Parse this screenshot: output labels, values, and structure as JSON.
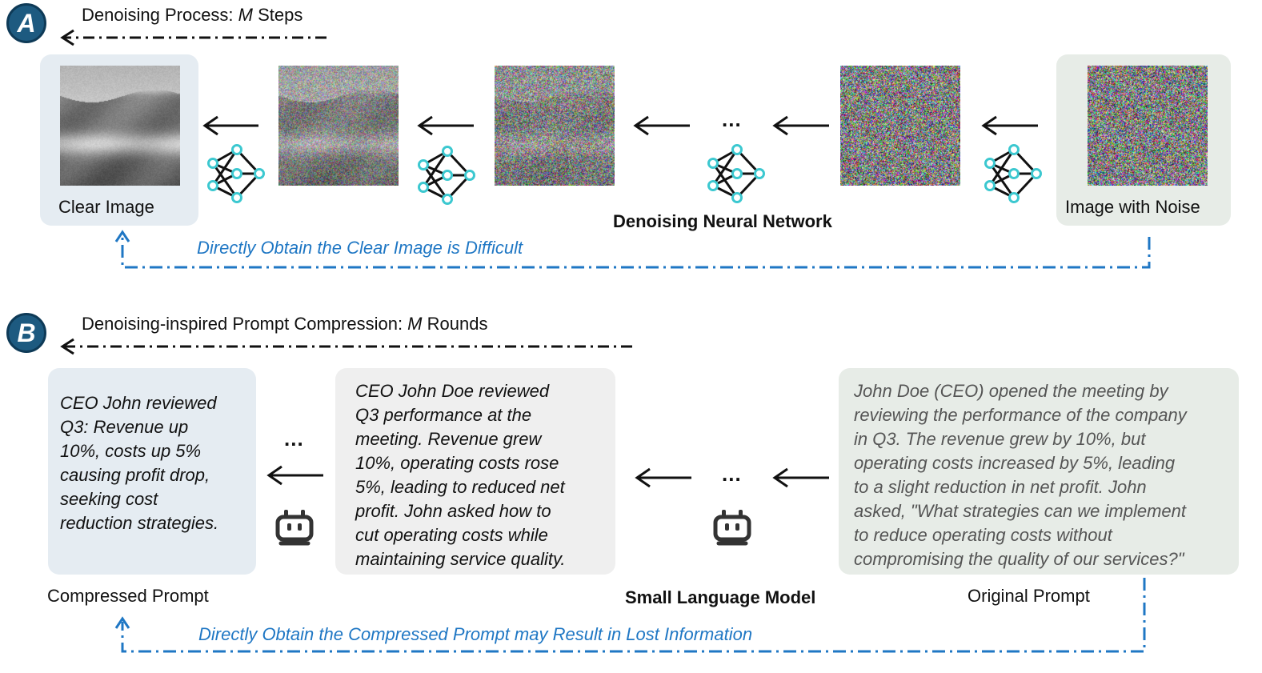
{
  "panel_a": {
    "badge": "A",
    "title_prefix": "Denoising Process: ",
    "title_var": "M",
    "title_suffix": " Steps",
    "clear_label": "Clear Image",
    "noise_label": "Image with Noise",
    "network_label": "Denoising Neural Network",
    "ellipsis": "...",
    "note": "Directly Obtain the Clear Image is Difficult",
    "images": [
      {
        "name": "clear-image",
        "noise": 0.0
      },
      {
        "name": "step-image-1",
        "noise": 0.45
      },
      {
        "name": "step-image-2",
        "noise": 0.7
      },
      {
        "name": "step-image-3",
        "noise": 0.97
      },
      {
        "name": "noise-image",
        "noise": 1.0
      }
    ]
  },
  "panel_b": {
    "badge": "B",
    "title_prefix": "Denoising-inspired Prompt Compression: ",
    "title_var": "M",
    "title_suffix": " Rounds",
    "compressed_lines": [
      "CEO John reviewed",
      "Q3: Revenue up",
      "10%, costs up 5%",
      "causing profit drop,",
      "seeking cost",
      "reduction strategies."
    ],
    "middle_lines": [
      "CEO John Doe reviewed",
      "Q3 performance at the",
      "meeting. Revenue grew",
      "10%, operating costs rose",
      "5%, leading to reduced net",
      "profit. John asked how to",
      "cut operating costs while",
      "maintaining service quality."
    ],
    "original_lines": [
      "John Doe (CEO) opened the meeting by",
      "reviewing the performance of the company",
      "in Q3. The revenue grew by 10%, but",
      "operating costs increased by 5%, leading",
      "to a slight reduction in net profit. John",
      "asked, \"What strategies can we implement",
      "to reduce operating costs without",
      "compromising the quality of our services?\""
    ],
    "compressed_label": "Compressed Prompt",
    "original_label": "Original Prompt",
    "model_label": "Small Language Model",
    "ellipsis": "...",
    "note": "Directly Obtain the Compressed Prompt may Result in Lost Information"
  },
  "colors": {
    "badge": "#1d5a80",
    "note_blue": "#1f77c4",
    "node_cyan": "#3cc8d0",
    "panel_blue": "#e5ecf2",
    "panel_green": "#e7ece7",
    "panel_gray": "#efefef"
  }
}
